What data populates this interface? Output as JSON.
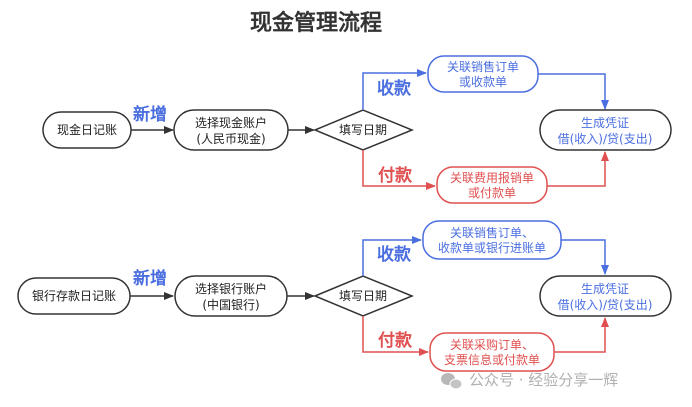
{
  "title": "现金管理流程",
  "colors": {
    "blue": "#4b6fe0",
    "red": "#e05050",
    "dark": "#333333",
    "text": "#222222"
  },
  "flows": [
    {
      "name": "cash",
      "start": "现金日记账",
      "add_label": "新增",
      "select": [
        "选择现金账户",
        "(人民币现金)"
      ],
      "decision": "填写日期",
      "receive_label": "收款",
      "receive_box": [
        "关联销售订单",
        "或收款单"
      ],
      "pay_label": "付款",
      "pay_box": [
        "关联费用报销单",
        "或付款单"
      ],
      "voucher": [
        "生成凭证",
        "借(收入)/贷(支出)"
      ]
    },
    {
      "name": "bank",
      "start": "银行存款日记账",
      "add_label": "新增",
      "select": [
        "选择银行账户",
        "(中国银行)"
      ],
      "decision": "填写日期",
      "receive_label": "收款",
      "receive_box": [
        "关联销售订单、",
        "收款单或银行进账单"
      ],
      "pay_label": "付款",
      "pay_box": [
        "关联采购订单、",
        "支票信息或付款单"
      ],
      "voucher": [
        "生成凭证",
        "借(收入)/贷(支出)"
      ]
    }
  ],
  "watermark": {
    "icon": "wechat-icon",
    "text": "公众号 · 经验分享一辉"
  }
}
